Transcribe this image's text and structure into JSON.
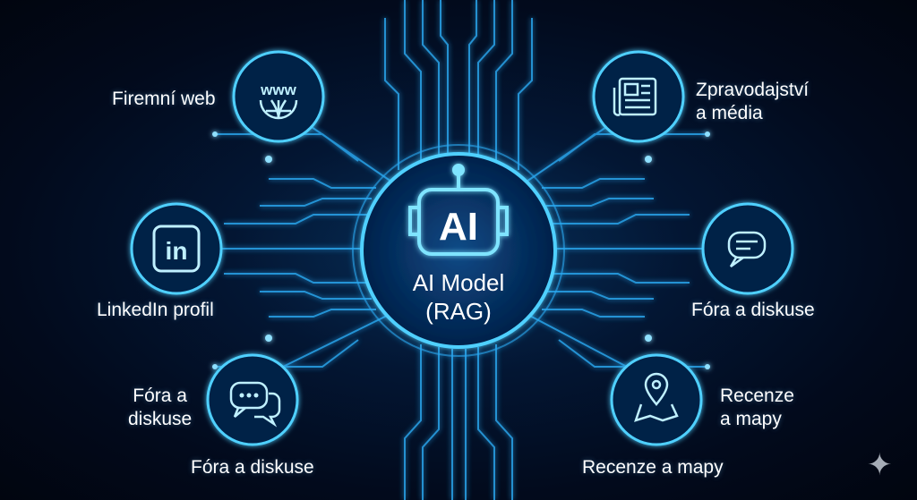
{
  "center": {
    "badge": "AI",
    "title_line1": "AI Model",
    "title_line2": "(RAG)"
  },
  "nodes": [
    {
      "id": "web",
      "label": "Firemní web",
      "icon": "www-globe-icon"
    },
    {
      "id": "linkedin",
      "label": "LinkedIn profil",
      "icon": "linkedin-icon",
      "badge": "in"
    },
    {
      "id": "forum-left",
      "label_line1": "Fóra a",
      "label_line2": "diskuse",
      "bottom_label": "Fóra a diskuse",
      "icon": "chat-bubbles-icon"
    },
    {
      "id": "news",
      "label_line1": "Zpravodajství",
      "label_line2": "a média",
      "icon": "newspaper-icon"
    },
    {
      "id": "forum-right",
      "label": "Fóra a diskuse",
      "icon": "chat-bubbles-icon"
    },
    {
      "id": "reviews",
      "label_line1": "Recenze",
      "label_line2": "a mapy",
      "bottom_label": "Recenze a mapy",
      "icon": "map-pin-icon"
    }
  ],
  "www_text": "www",
  "colors": {
    "glow": "#3fc8ff",
    "line": "#2aa8f0",
    "bg": "#020817"
  }
}
